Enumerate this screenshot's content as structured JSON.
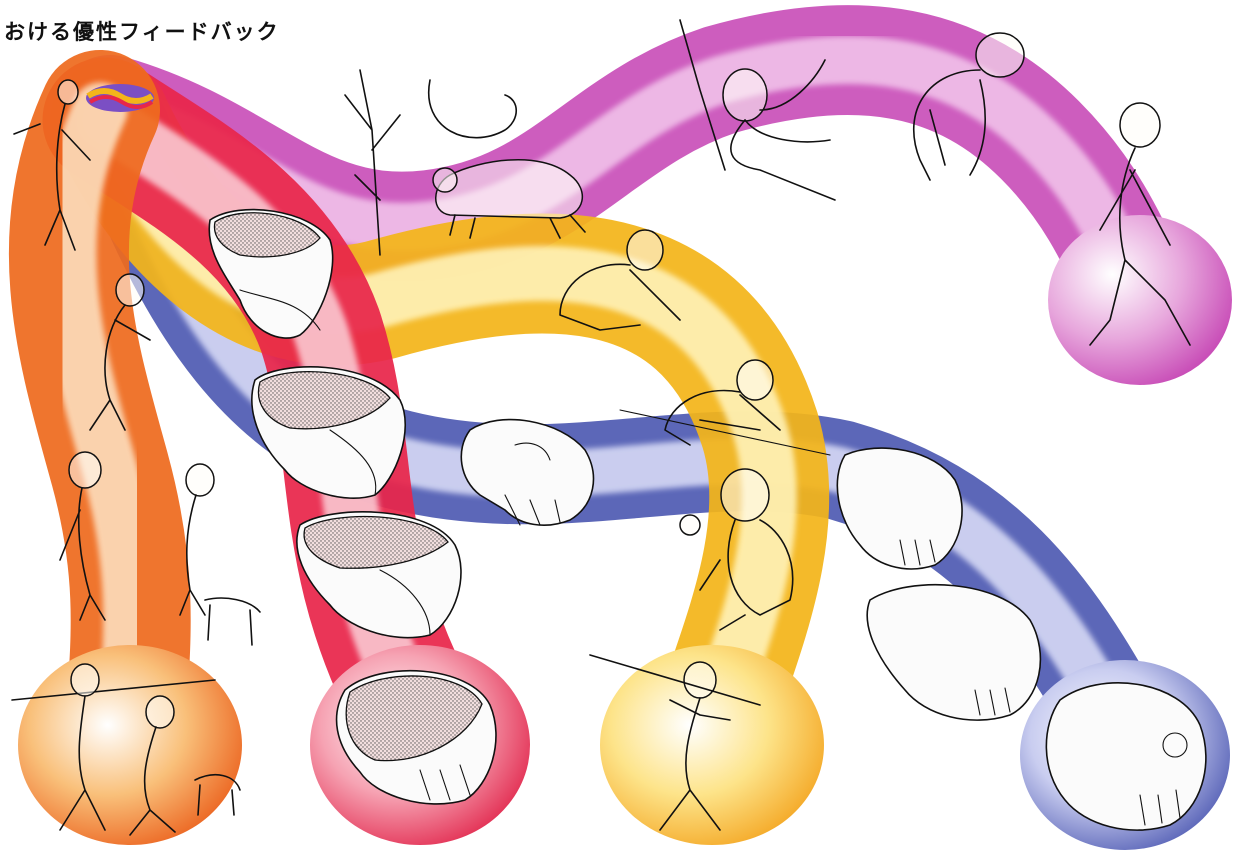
{
  "title": "おける優性フィードバック",
  "colors": {
    "magenta_tube": "#c94fb8",
    "blue_tube": "#4a56b0",
    "yellow_tube": "#f3b51a",
    "red_tube": "#e8264a",
    "orange_tube": "#ee6a1e",
    "text": "#111111"
  },
  "strands": [
    {
      "id": "magenta",
      "icon": "primate-figures"
    },
    {
      "id": "blue",
      "icon": "ape-to-human-skulls"
    },
    {
      "id": "yellow",
      "icon": "hominid-activity-figures"
    },
    {
      "id": "red",
      "icon": "cranial-capacity-skulls"
    },
    {
      "id": "orange",
      "icon": "hunting-human-figures"
    }
  ]
}
